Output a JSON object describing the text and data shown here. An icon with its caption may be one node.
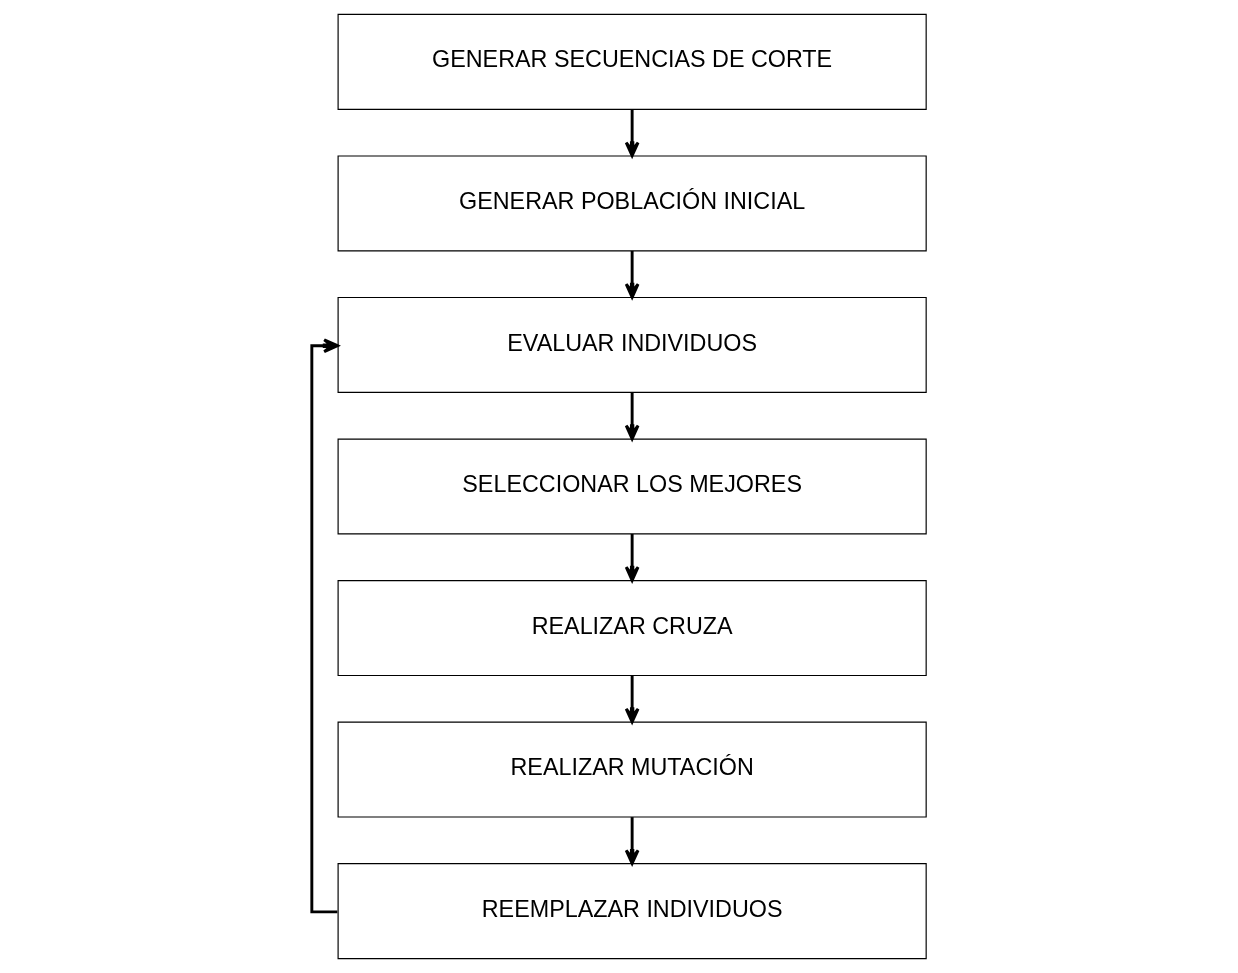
{
  "diagram": {
    "nodes": [
      {
        "text": [
          "GENERAR SECUENCIAS DE CORTE"
        ]
      },
      {
        "text": [
          "GENERAR POBLACIÓN INICIAL"
        ]
      },
      {
        "text": [
          "EVALUAR INDIVIDUOS"
        ]
      },
      {
        "text": [
          "SELECCIONAR LOS MEJORES"
        ]
      },
      {
        "text": [
          "REALIZAR CRUZA"
        ]
      },
      {
        "text": [
          "REALIZAR MUTACIÓN"
        ]
      },
      {
        "text": [
          "REEMPLAZAR INDIVIDUOS"
        ]
      }
    ],
    "edges": [
      {
        "from": 0,
        "to": 1,
        "arrow": "to"
      },
      {
        "from": 1,
        "to": 2,
        "arrow": "to"
      },
      {
        "from": 2,
        "to": 3,
        "arrow": "to"
      },
      {
        "from": 3,
        "to": 4,
        "arrow": "to"
      },
      {
        "from": 4,
        "to": 5,
        "arrow": "to"
      },
      {
        "from": 5,
        "to": 6,
        "arrow": "to"
      },
      {
        "from": 6,
        "to": 2,
        "arrow": "to"
      }
    ]
  }
}
